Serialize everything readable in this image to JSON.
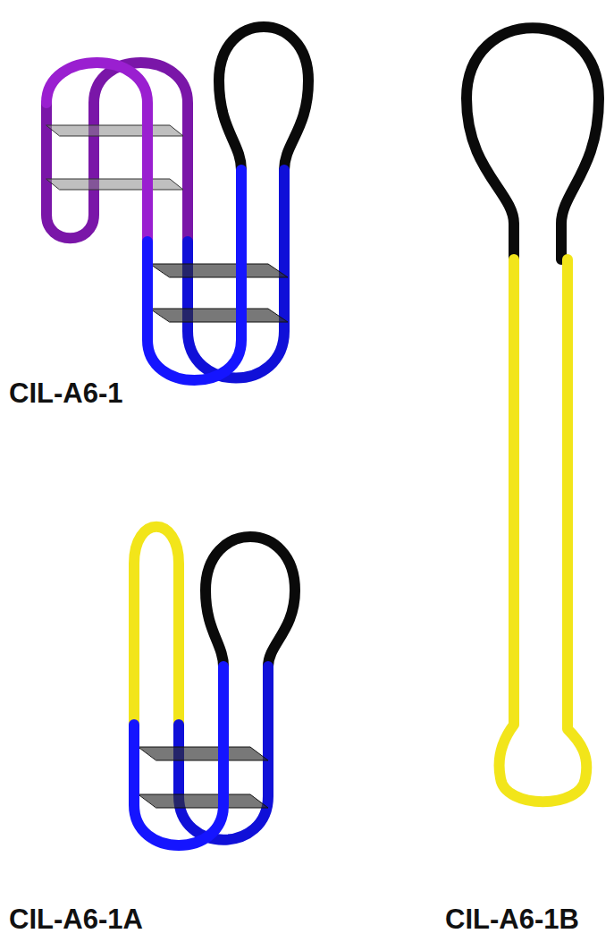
{
  "diagram": {
    "labels": [
      "CIL-A6-1",
      "CIL-A6-1A",
      "CIL-A6-1B"
    ]
  }
}
